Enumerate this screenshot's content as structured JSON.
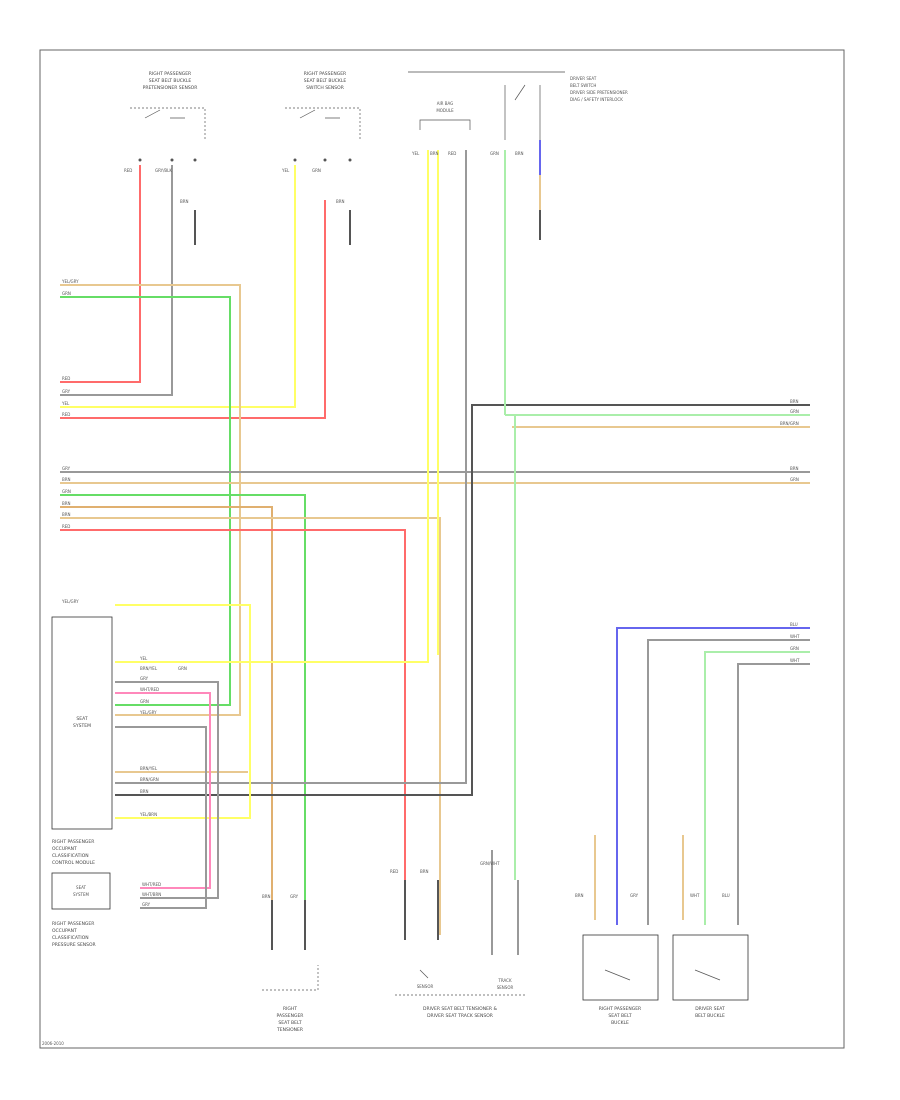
{
  "diagram": {
    "page_id": "2006-2010",
    "colors": {
      "red": "#ff6b6b",
      "yellow": "#ffff66",
      "green": "#66dd66",
      "gray": "#999999",
      "tan": "#e8c890",
      "orange": "#e0b070",
      "blue": "#6666ee",
      "dark": "#555555",
      "light_green": "#aaeeaa",
      "pink": "#ff88bb"
    },
    "components": {
      "top_left_switch": [
        "RIGHT PASSENGER",
        "SEAT BELT BUCKLE",
        "PRETENSIONER SENSOR"
      ],
      "top_mid_switch": [
        "RIGHT PASSENGER",
        "SEAT BELT BUCKLE",
        "SWITCH SENSOR"
      ],
      "airbag_connector": [
        "AIR BAG",
        "MODULE"
      ],
      "driver_seat_label": [
        "DRIVER SEAT",
        "BELT SWITCH",
        "DRIVER SIDE PRETENSIONER",
        "DIAG / SAFETY INTERLOCK"
      ],
      "main_module": [
        "SEAT",
        "SYSTEM"
      ],
      "main_module_caption": [
        "RIGHT PASSENGER",
        "OCCUPANT",
        "CLASSIFICATION",
        "CONTROL MODULE"
      ],
      "pressure_sensor": [
        "SEAT",
        "SYSTEM"
      ],
      "pressure_sensor_caption": [
        "RIGHT PASSENGER",
        "OCCUPANT",
        "CLASSIFICATION",
        "PRESSURE SENSOR"
      ],
      "bottom_left_caption": [
        "RIGHT",
        "PASSENGER",
        "SEAT BELT",
        "TENSIONER"
      ],
      "bottom_mid_left": "SENSOR",
      "bottom_mid_right": [
        "TRACK",
        "SENSOR"
      ],
      "bottom_mid_caption": [
        "DRIVER SEAT BELT TENSIONER &",
        "DRIVER SEAT TRACK SENSOR"
      ],
      "right_passenger_caption": [
        "RIGHT PASSENGER",
        "SEAT BELT",
        "BUCKLE"
      ],
      "driver_side_caption": [
        "DRIVER SEAT",
        "BELT BUCKLE"
      ]
    },
    "wire_labels": {
      "left_top": [
        "YEL/GRY",
        "GRN"
      ],
      "left_mid": [
        "RED",
        "GRY",
        "YEL",
        "RED"
      ],
      "left_lower": [
        "GRY",
        "BRN",
        "GRN",
        "BRN",
        "BRN",
        "RED"
      ],
      "module_top": "YEL/GRY",
      "module_pins": [
        "YEL",
        "BRN/YEL",
        "GRY",
        "WHT/RED",
        "GRN",
        "YEL/GRY",
        "BRN/YEL",
        "BRN/GRN",
        "BRN",
        "YEL/BRN"
      ],
      "module_extra": "GRN",
      "sensor_pins": [
        "WHT/RED",
        "WHT/BRN",
        "GRY"
      ],
      "right_mid": [
        "BRN",
        "GRN",
        "BRN/GRN"
      ],
      "right_lower": [
        "BRN",
        "GRN"
      ],
      "right_bottom": [
        "BLU",
        "WHT",
        "GRN",
        "WHT"
      ],
      "top_pin_labels": [
        "RED",
        "GRY/BLK",
        "BRN",
        "YEL",
        "GRN",
        "BRN"
      ],
      "connector_labels": [
        "YEL",
        "BRN",
        "RED",
        "GRN",
        "BRN"
      ],
      "bottom_pins": [
        "BRN",
        "GRY",
        "RED",
        "BRN",
        "GRN/WHT"
      ],
      "right_pins": [
        "BRN",
        "GRY",
        "WHT",
        "BLU"
      ]
    }
  }
}
